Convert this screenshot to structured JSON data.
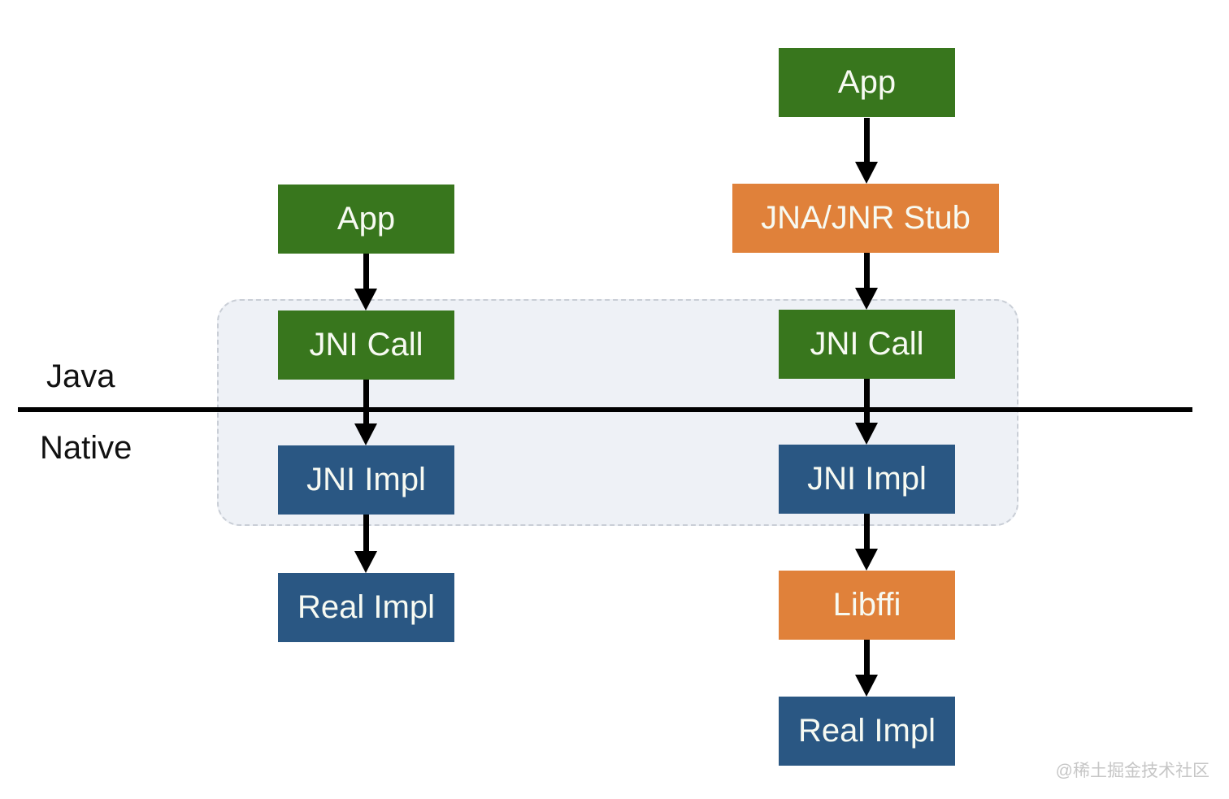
{
  "diagram": {
    "title_semantic": "JNI vs JNA/JNR call flow diagram",
    "layer_labels": {
      "top": "Java",
      "bottom": "Native"
    },
    "left_flow": {
      "nodes": [
        {
          "label": "App",
          "color_role": "green"
        },
        {
          "label": "JNI Call",
          "color_role": "green"
        },
        {
          "label": "JNI Impl",
          "color_role": "blue"
        },
        {
          "label": "Real Impl",
          "color_role": "blue"
        }
      ]
    },
    "right_flow": {
      "nodes": [
        {
          "label": "App",
          "color_role": "green"
        },
        {
          "label": "JNA/JNR Stub",
          "color_role": "orange"
        },
        {
          "label": "JNI Call",
          "color_role": "green"
        },
        {
          "label": "JNI Impl",
          "color_role": "blue"
        },
        {
          "label": "Libffi",
          "color_role": "orange"
        },
        {
          "label": "Real Impl",
          "color_role": "blue"
        }
      ]
    },
    "colors": {
      "green": "#38761d",
      "orange": "#e0813a",
      "blue": "#2a5783",
      "region_fill": "#eef1f6",
      "region_border": "#c9ced6",
      "boundary_line": "#000000",
      "node_text": "#f7faf2",
      "watermark_text": "#c6c6c6"
    },
    "watermark": "@稀土掘金技术社区"
  }
}
